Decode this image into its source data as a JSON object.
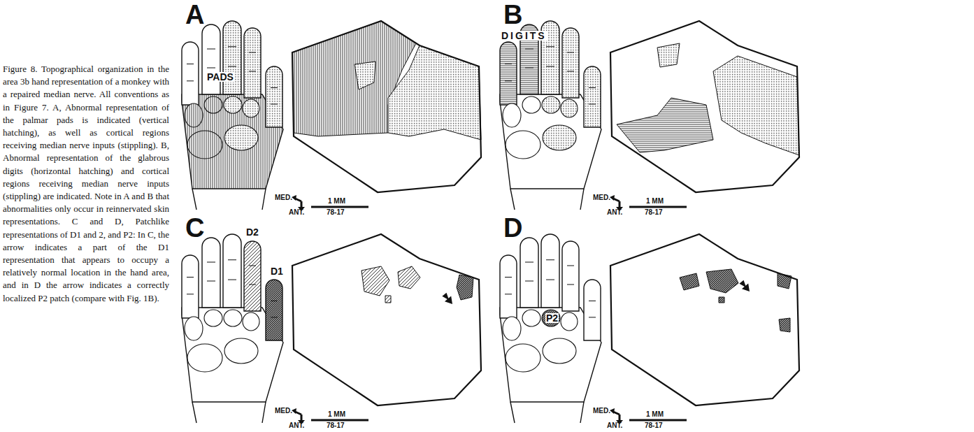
{
  "diagram": {
    "caption": "Figure 8. Topographical organization in the area 3b hand representation of a monkey with a repaired median nerve. All conventions as in Figure 7. A, Abnormal representation of the palmar pads is indicated (vertical hatching), as well as cortical regions receiving median nerve inputs (stippling). B, Abnormal representation of the glabrous digits (horizontal hatching) and cortical regions receiving median nerve inputs (stippling) are indicated. Note in A and B that abnormalities only occur in reinnervated skin representations. C and D, Patchlike representations of D1 and 2, and P2: In C, the arrow indicates a part of the D1 representation that appears to occupy a relatively normal location in the hand area, and in D the arrow indicates a correctly localized P2 patch (compare with Fig. 1B).",
    "labels": [
      "A",
      "PADS",
      "MED.",
      "ANT.",
      "1 MM",
      "78-17",
      "B",
      "DIGITS",
      "MED.",
      "ANT.",
      "1 MM",
      "78-17",
      "C",
      "D2",
      "D1",
      "MED.",
      "ANT.",
      "1 MM",
      "78-17",
      "D",
      "P2",
      "MED.",
      "ANT.",
      "1 MM",
      "78-17"
    ]
  }
}
